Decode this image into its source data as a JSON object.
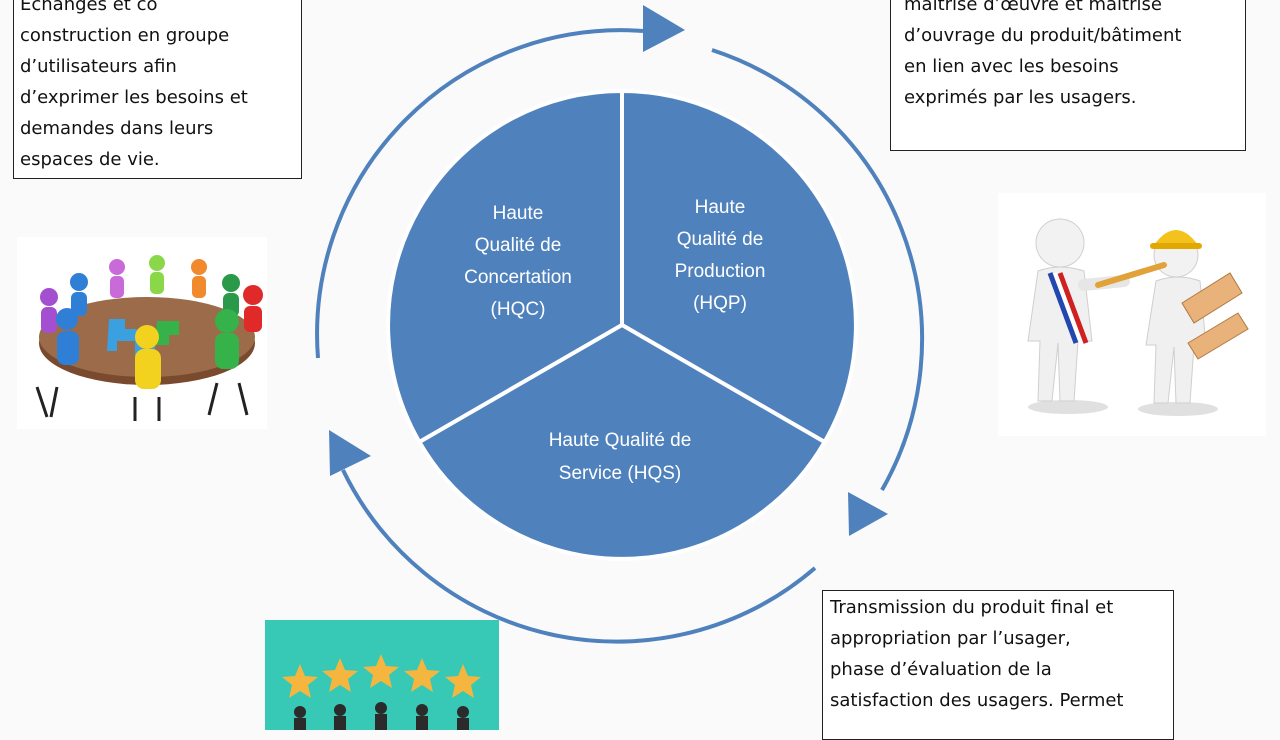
{
  "diagram": {
    "center_sectors": [
      {
        "id": "hqc",
        "lines": [
          "Haute",
          "Qualité de",
          "Concertation",
          "(HQC)"
        ]
      },
      {
        "id": "hqp",
        "lines": [
          "Haute",
          "Qualité de",
          "Production",
          "(HQP)"
        ]
      },
      {
        "id": "hqs",
        "lines": [
          "Haute Qualité de",
          "Service (HQS)"
        ]
      }
    ],
    "notes": {
      "top_left": {
        "lines": [
          "Echanges et co",
          "construction en groupe",
          "d’utilisateurs afin",
          "d’exprimer les besoins et",
          "demandes dans leurs",
          "espaces de vie."
        ]
      },
      "top_right": {
        "lines": [
          "maîtrise d’œuvre et maîtrise",
          "d’ouvrage du produit/bâtiment",
          "en lien avec les besoins",
          "exprimés par les usagers."
        ]
      },
      "bottom_right": {
        "lines": [
          "Transmission du produit final et",
          "appropriation par l’usager,",
          "phase d’évaluation de la",
          "satisfaction des usagers. Permet"
        ]
      }
    },
    "colors": {
      "sector_fill": "#4f81bd",
      "sector_text": "#ffffff",
      "cycle_arrow": "#4f81bd",
      "stars_bg": "#37c8b6",
      "star": "#f4b63f"
    },
    "illustrations": [
      "meeting-table-figures",
      "architect-handshake-figures",
      "rating-stars-people"
    ]
  }
}
